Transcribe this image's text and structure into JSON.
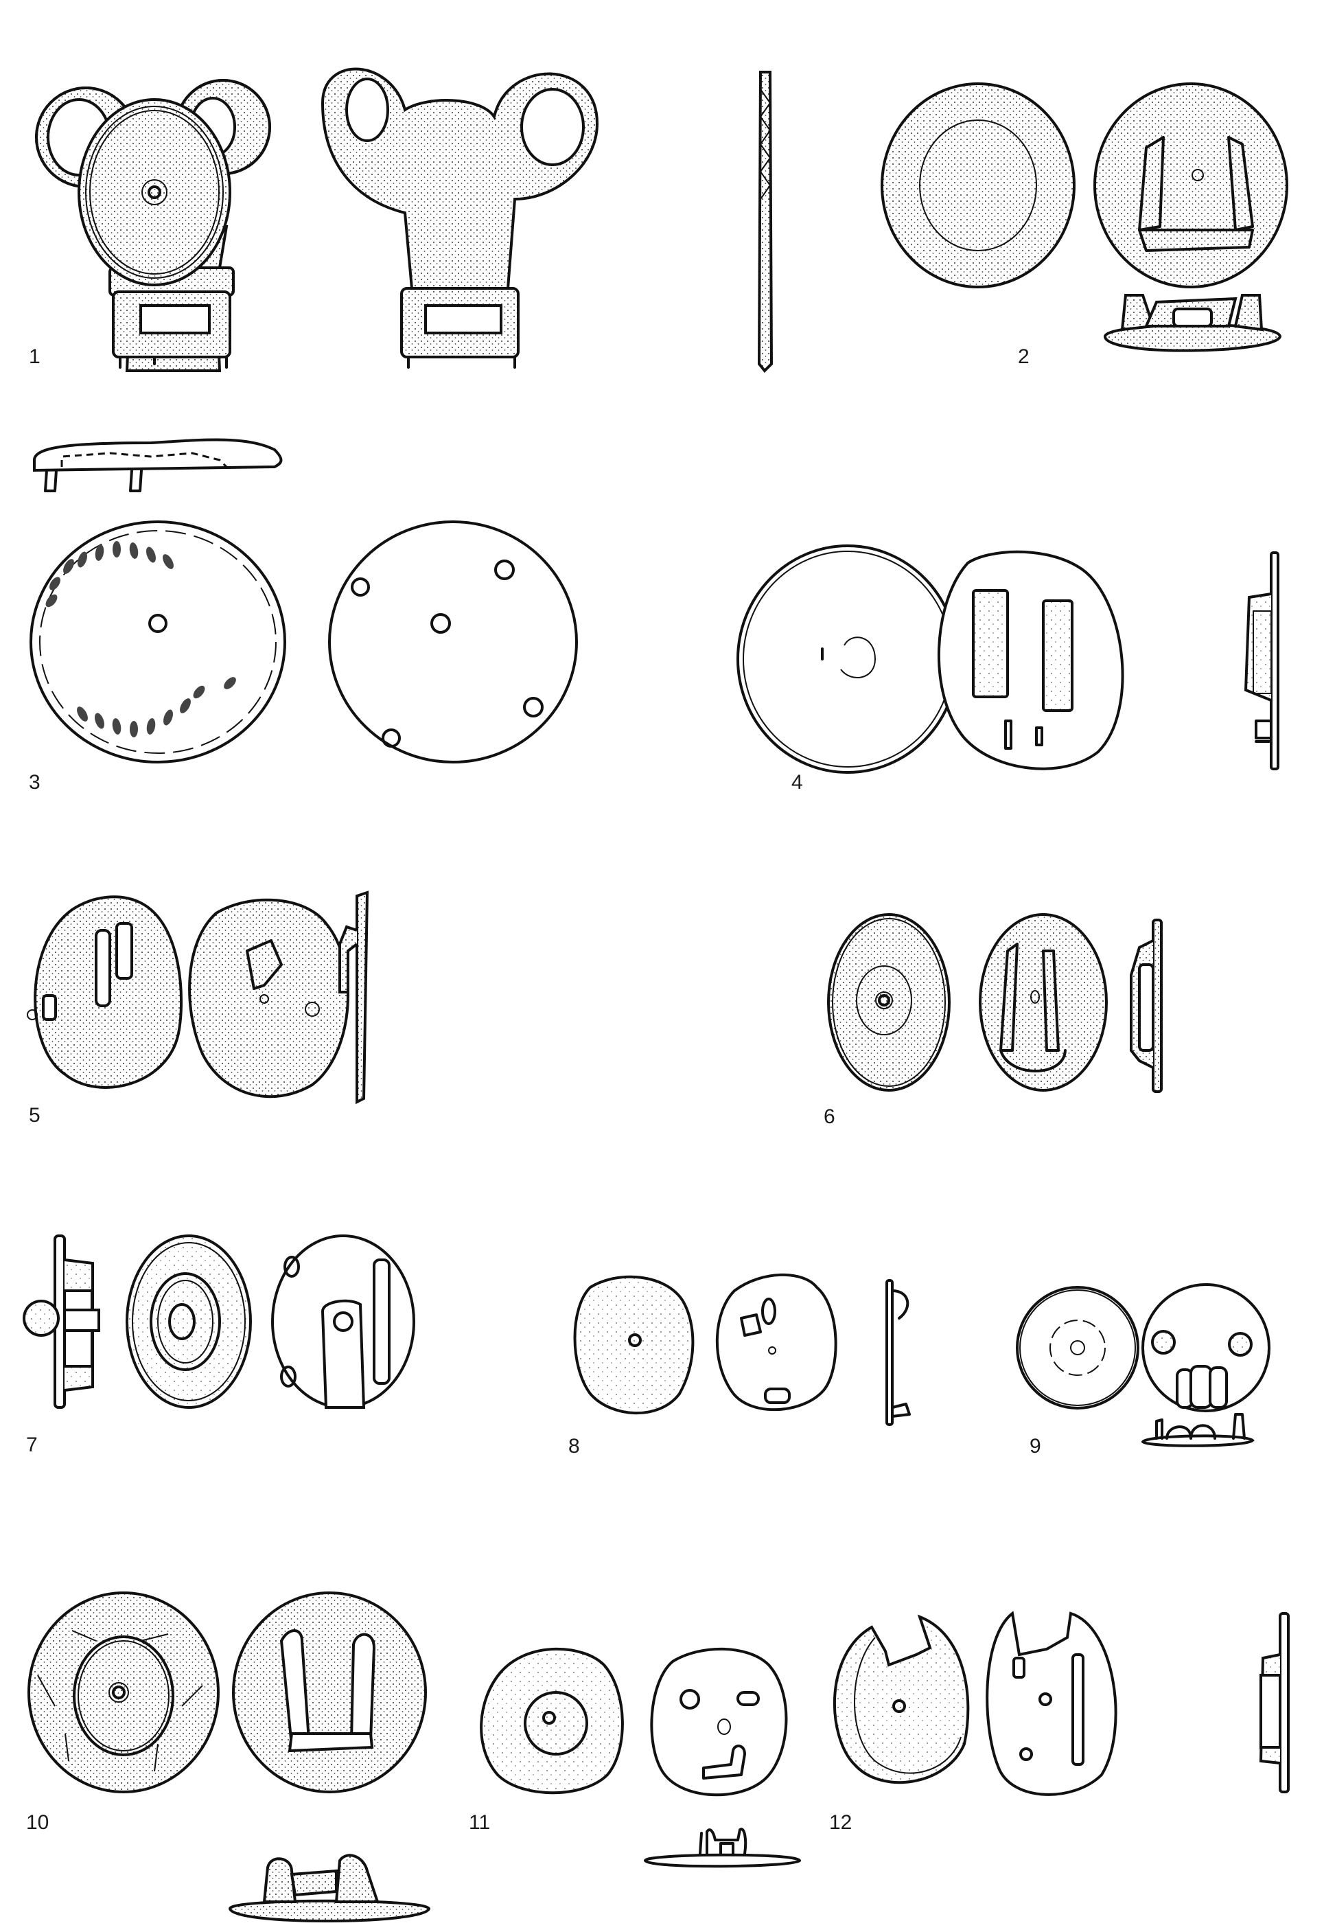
{
  "plate": {
    "type": "archaeological find illustration plate",
    "background": "#ffffff",
    "ink_color": "#111111",
    "figures": [
      {
        "number": "1",
        "label": "1",
        "views": [
          "front",
          "back",
          "profile"
        ],
        "description": "Openwork strap fitting with two ring terminals and toothed edges around a central boss"
      },
      {
        "number": "2",
        "label": "2",
        "views": [
          "front",
          "back",
          "profile"
        ],
        "description": "Oval button with rimmed face and looped shank on reverse"
      },
      {
        "number": "3",
        "label": "3",
        "views": [
          "profile",
          "front",
          "back"
        ],
        "description": "Disc with leaf-wreath decoration, central hole and four rivets on reverse"
      },
      {
        "number": "4",
        "label": "4",
        "views": [
          "front",
          "back",
          "profile"
        ],
        "description": "Disc mount with two rectangular loops on reverse"
      },
      {
        "number": "5",
        "label": "5",
        "views": [
          "back",
          "front",
          "profile"
        ],
        "description": "Corroded disc with hooked attachment"
      },
      {
        "number": "6",
        "label": "6",
        "views": [
          "front",
          "back",
          "profile"
        ],
        "description": "Disc with concentric central boss and U-shaped loop on reverse"
      },
      {
        "number": "7",
        "label": "7",
        "views": [
          "profile",
          "front",
          "back"
        ],
        "description": "Disc with concentric rings, rivet and bar on reverse"
      },
      {
        "number": "8",
        "label": "8",
        "views": [
          "front",
          "back",
          "profile"
        ],
        "description": "Irregular disc with hooked shank"
      },
      {
        "number": "9",
        "label": "9",
        "views": [
          "front",
          "back",
          "profile"
        ],
        "description": "Small disc with triple loop on reverse"
      },
      {
        "number": "10",
        "label": "10",
        "views": [
          "front",
          "back",
          "profile"
        ],
        "description": "Disc with central boss and U-shaped loop"
      },
      {
        "number": "11",
        "label": "11",
        "views": [
          "front",
          "back",
          "profile"
        ],
        "description": "Disc with central hole and small loop"
      },
      {
        "number": "12",
        "label": "12",
        "views": [
          "front",
          "back",
          "profile"
        ],
        "description": "Broken disc with notch and bar on reverse"
      }
    ]
  }
}
